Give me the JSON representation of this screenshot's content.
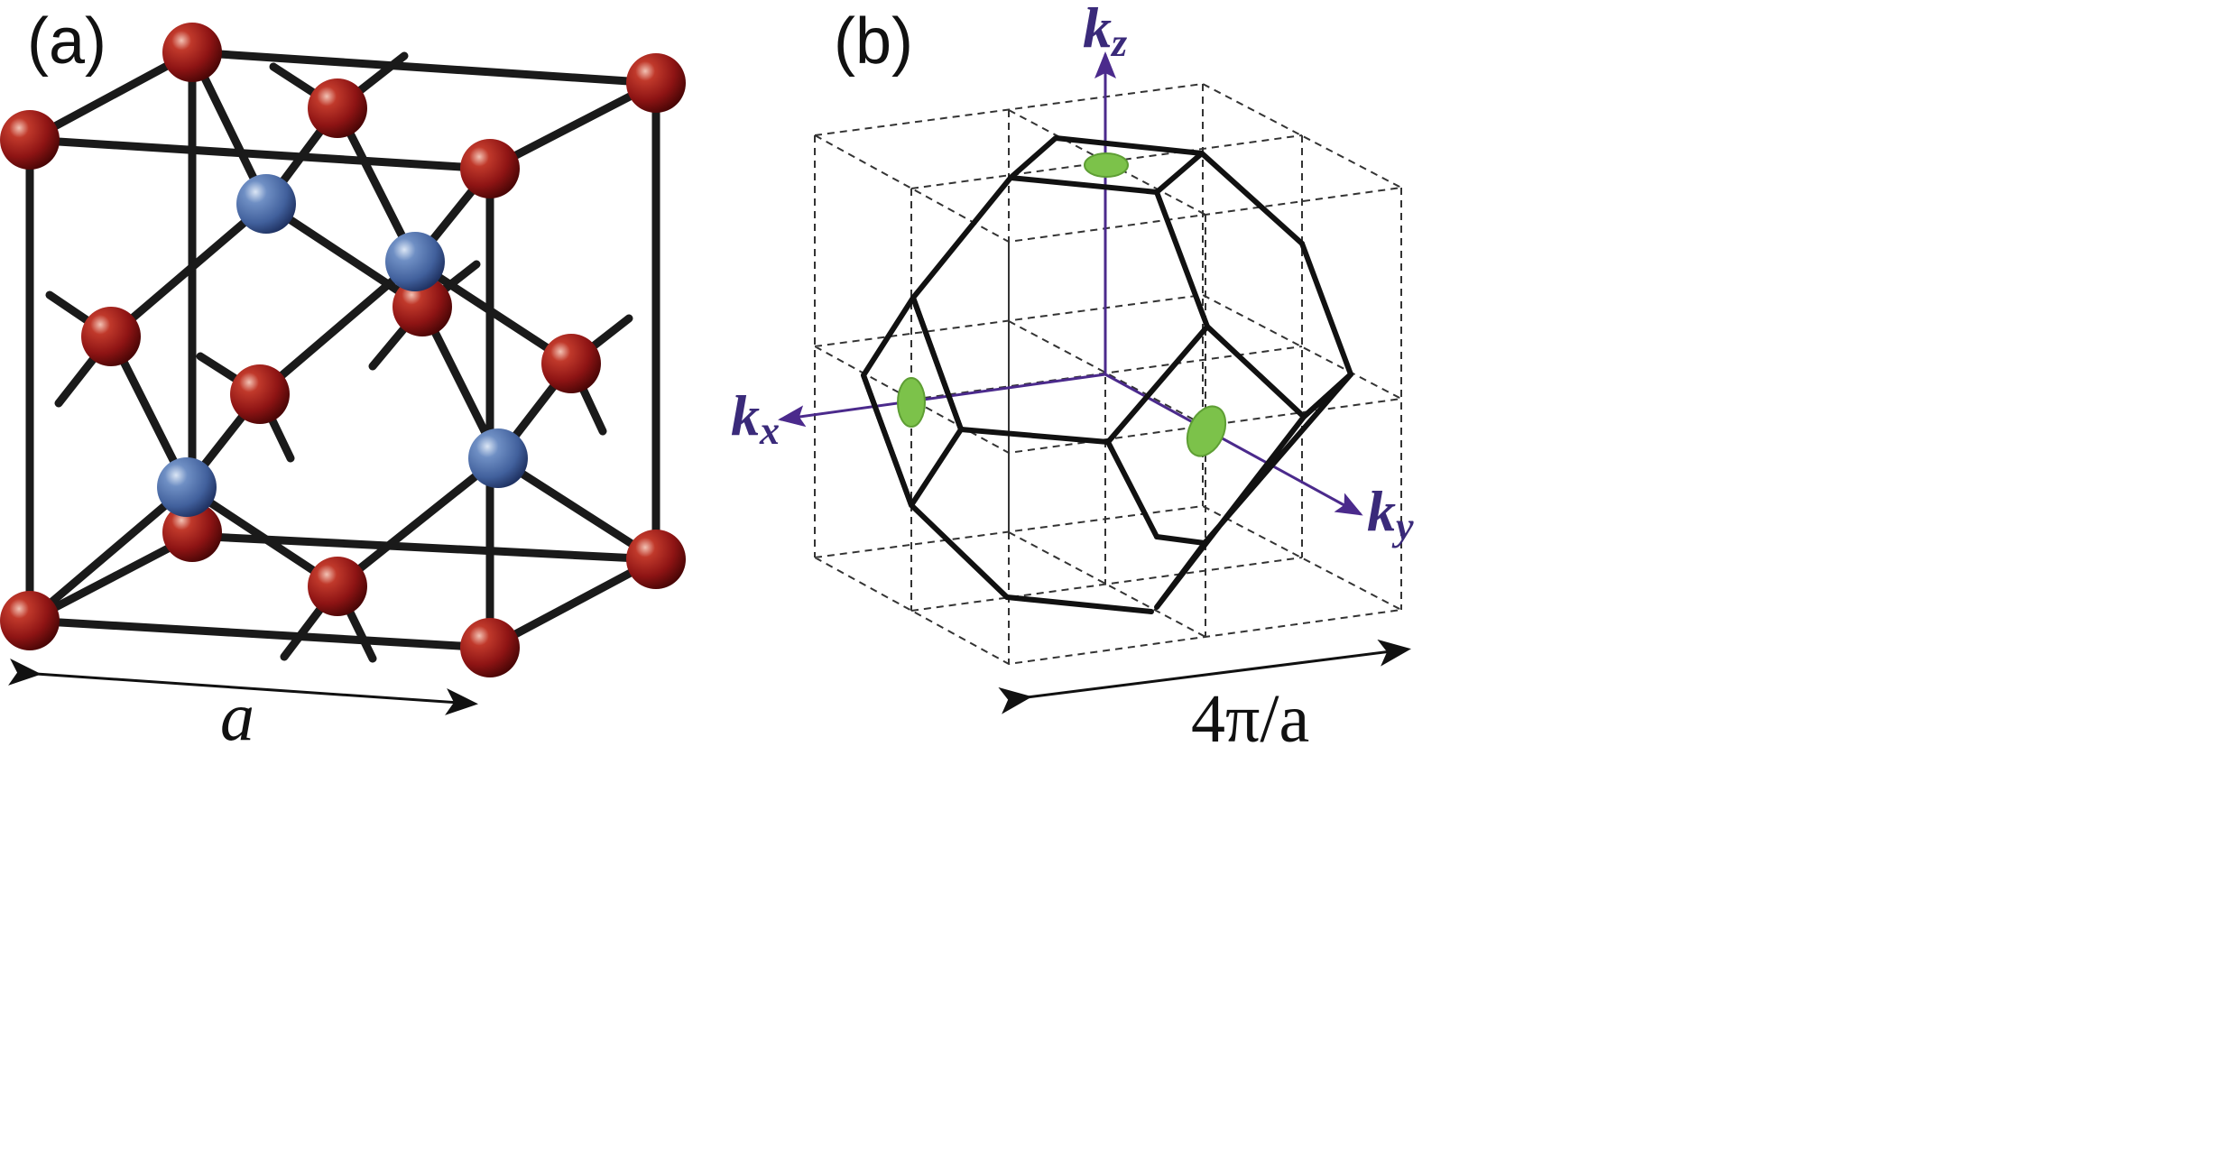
{
  "panel_a": {
    "label": "(a)",
    "dimension_label": "a",
    "colors": {
      "atom_red": "#8e1414",
      "atom_blue": "#4a6aa6",
      "bond": "#1a1a1a"
    }
  },
  "panel_b": {
    "label": "(b)",
    "axes": {
      "x": {
        "base": "k",
        "sub": "x"
      },
      "y": {
        "base": "k",
        "sub": "y"
      },
      "z": {
        "base": "k",
        "sub": "z"
      }
    },
    "dimension_label": "4π/a",
    "colors": {
      "axis": "#4b2a8c",
      "pocket": "#7cc24a",
      "edge": "#111111",
      "grid": "#333333"
    }
  }
}
